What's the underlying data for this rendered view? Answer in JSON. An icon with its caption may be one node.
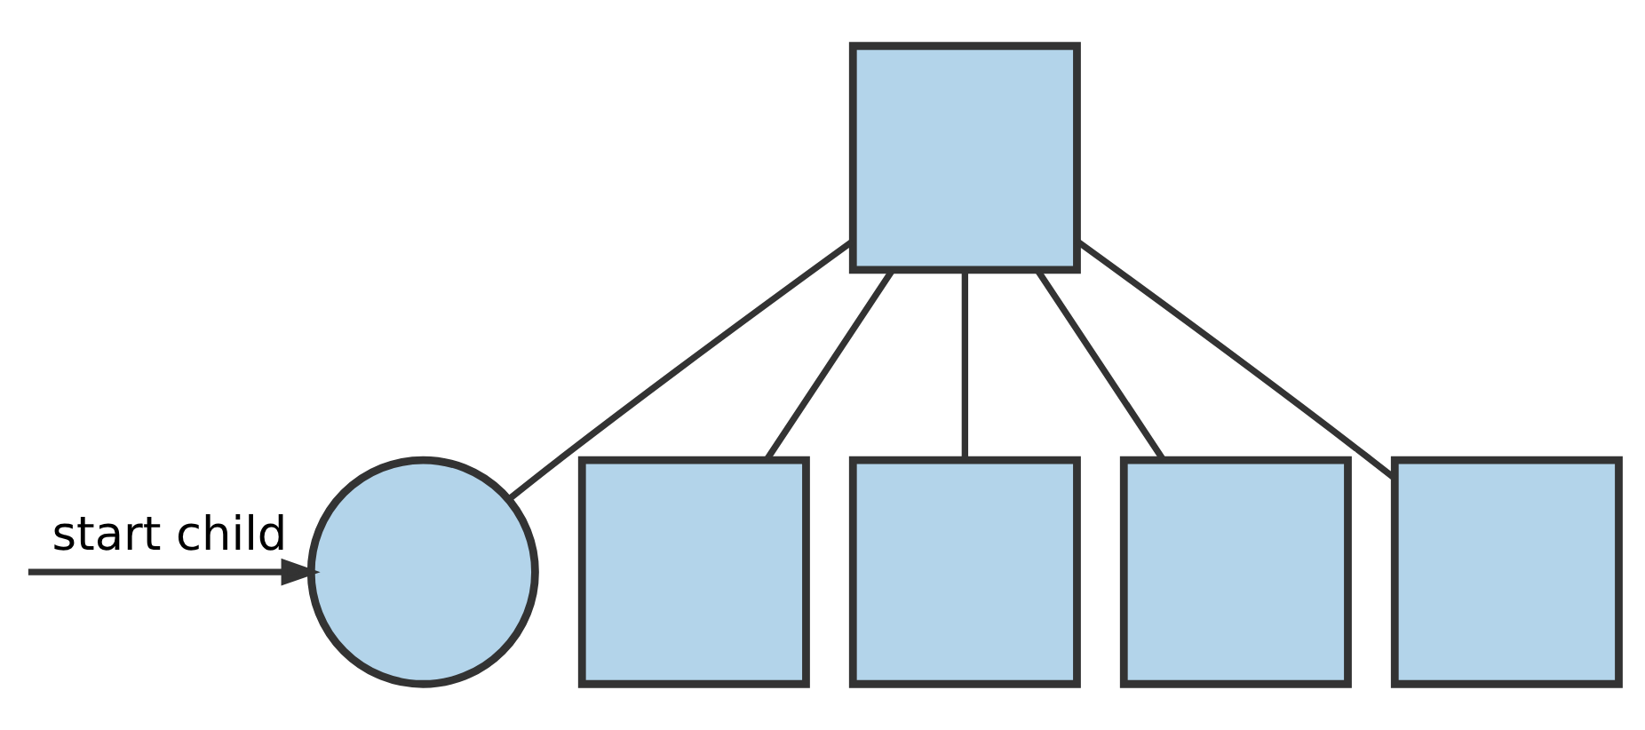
{
  "diagram": {
    "nodes": [
      {
        "text": [],
        "shape": "box"
      },
      {
        "text": [],
        "shape": "circle"
      },
      {
        "text": [],
        "shape": "box"
      },
      {
        "text": [],
        "shape": "box"
      },
      {
        "text": [],
        "shape": "box"
      },
      {
        "text": [],
        "shape": "box"
      }
    ],
    "edges": [
      {
        "from": 0,
        "to": 1,
        "arrow": "none"
      },
      {
        "from": 0,
        "to": 2,
        "arrow": "none"
      },
      {
        "from": 0,
        "to": 3,
        "arrow": "none"
      },
      {
        "from": 0,
        "to": 4,
        "arrow": "none"
      },
      {
        "from": 0,
        "to": 5,
        "arrow": "none"
      },
      {
        "from": null,
        "to": 1,
        "arrow": "to",
        "label": "start child"
      }
    ]
  }
}
